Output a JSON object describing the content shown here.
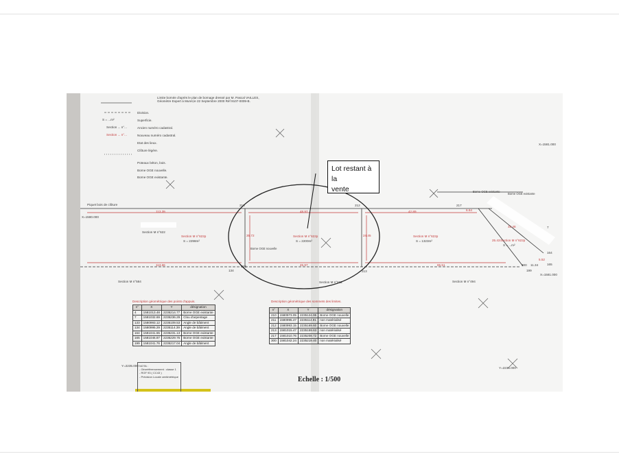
{
  "callout": {
    "line1": "Lot restant à la",
    "line2": "vente"
  },
  "header": {
    "line1": "Limite bornée d'après le plan de bornage dressé par M. Pascal VAILLES,",
    "line2": "Géomètre Expert à Muret,le 22 Septembre 2000  Réf 9107-0009-B."
  },
  "legend": [
    "Division.",
    "Superficie.",
    "Ancien numéro cadastral.",
    "Nouveau numéro cadastral.",
    "Etat des lieux.",
    "Clôture légère.",
    "Poteaux béton, bois.",
    "Borne OGE nouvelle.",
    "Borne OGE existante."
  ],
  "legend_symbols": {
    "superficie": "S = ...m²",
    "section_old": "Section ... n°...",
    "section_new": "Section ... n°..."
  },
  "plan": {
    "fence_label": "Piquet bois de clôture",
    "points": [
      "210",
      "212",
      "217",
      "211",
      "213",
      "300",
      "134",
      "164",
      "165",
      "199",
      "7"
    ],
    "dims_top": [
      "113.39",
      "48.97",
      "42.89",
      "6.64",
      "32.46"
    ],
    "dims_bottom": [
      "113.66",
      "45.97",
      "65.51",
      "11.34"
    ],
    "dims_vertical": [
      "35.72",
      "24.45",
      "25.43",
      "5.52"
    ],
    "lots": [
      {
        "name": "Section M n°622p",
        "area": "S = 2298m²"
      },
      {
        "name": "Section M n°622p",
        "area": "S = 2200m²"
      },
      {
        "name": "Section M n°622p",
        "area": "S = 1323m²"
      },
      {
        "name": "Section M n°622p",
        "area": "S = ...m²"
      }
    ],
    "sections": [
      "Section M n°622",
      "Section M n°584",
      "Section M n°622",
      "Section M n°494"
    ],
    "borne_labels": [
      "Borne OGE nouvelle",
      "Borne OGE existante",
      "Borne OGE existante"
    ],
    "coords": [
      "X=1581.000",
      "X=1580.000",
      "X=1581.000",
      "Y=2235.000",
      "Y=2236.000"
    ]
  },
  "table_points": {
    "title": "Description géométrique des points d'appuis.",
    "headers": [
      "n°",
      "X",
      "Y",
      "désignation"
    ],
    "rows": [
      [
        "4",
        "1581013.48",
        "2235214.77",
        "Borne OGE existante"
      ],
      [
        "7",
        "1581032.69",
        "2235236.29",
        "Clou d'arpentage"
      ],
      [
        "133",
        "1580993.12",
        "2235109.53",
        "Angle de bâtiment"
      ],
      [
        "134",
        "1580995.29",
        "2235114.39",
        "Angle de bâtiment"
      ],
      [
        "164",
        "1581041.55",
        "2235231.13",
        "Borne OGE existante"
      ],
      [
        "165",
        "1581046.87",
        "2235229.75",
        "Borne OGE existante"
      ],
      [
        "199",
        "1581041.76",
        "2235217.04",
        "Angle de bâtiment"
      ]
    ]
  },
  "table_vertices": {
    "title": "Description géométrique des sommets des limites.",
    "headers": [
      "n°",
      "X",
      "Y",
      "désignation"
    ],
    "rows": [
      [
        "210",
        "1580973.05",
        "2235124.95",
        "Borne OGE nouvelle"
      ],
      [
        "211",
        "1580995.47",
        "2235114.91",
        "non matérialisé"
      ],
      [
        "212",
        "1580993.15",
        "2235169.60",
        "Borne OGE nouvelle"
      ],
      [
        "213",
        "1581015.47",
        "2235159.63",
        "non matérialisé"
      ],
      [
        "217",
        "1581010.76",
        "2235208.72",
        "Borne OGE nouvelle"
      ],
      [
        "300",
        "1581042.24",
        "2235219.40",
        "non matérialisé"
      ]
    ]
  },
  "notes": [
    "NOTA :",
    "- Géoréférencement : classe 1",
    "- RGF 93 ( CC43 )",
    "- Précision Locale centimétrique"
  ],
  "scale": "Echelle : 1/500"
}
